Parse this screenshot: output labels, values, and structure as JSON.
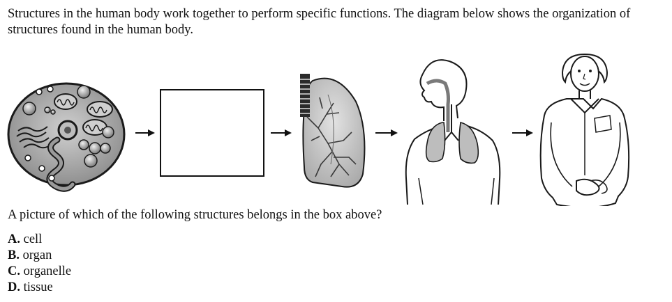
{
  "intro_text": "Structures in the human body work together to perform specific functions. The diagram below shows the organization of structures found in the human body.",
  "question_text": "A picture of which of the following structures belongs in the box above?",
  "choices": [
    {
      "letter": "A.",
      "text": "cell"
    },
    {
      "letter": "B.",
      "text": "organ"
    },
    {
      "letter": "C.",
      "text": "organelle"
    },
    {
      "letter": "D.",
      "text": "tissue"
    }
  ],
  "diagram": {
    "stages": [
      {
        "icon": "cell-icon"
      },
      {
        "icon": "empty-answer-box"
      },
      {
        "icon": "lung-icon"
      },
      {
        "icon": "respiratory-system-icon"
      },
      {
        "icon": "human-organism-icon"
      }
    ],
    "colors": {
      "cell_fill": "#8c8c8c",
      "organ_fill": "#bfbfbf",
      "outline": "#1a1a1a",
      "body_fill": "#ffffff"
    }
  }
}
